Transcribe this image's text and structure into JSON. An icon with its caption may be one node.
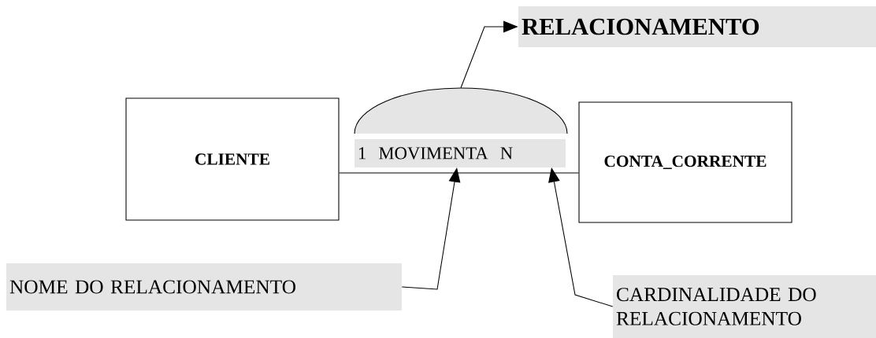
{
  "diagram": {
    "nodes": [
      {
        "text": [
          "CLIENTE"
        ]
      },
      {
        "text": [
          "CONTA_CORRENTE"
        ]
      },
      {
        "text": [],
        "shape": "ellipse"
      },
      {
        "text": [
          "1",
          "MOVIMENTA",
          "N"
        ]
      },
      {
        "text": [
          "RELACIONAMENTO"
        ]
      },
      {
        "text": [
          "NOME DO RELACIONAMENTO"
        ]
      },
      {
        "text": [
          "CARDINALIDADE DO RELACIONAMENTO"
        ]
      }
    ],
    "edges": [
      {
        "from": 0,
        "to": 1,
        "arrow": "none"
      },
      {
        "from": 2,
        "to": 4,
        "arrow": "to"
      },
      {
        "from": 5,
        "to": 3,
        "arrow": "to"
      },
      {
        "from": 6,
        "to": 3,
        "arrow": "to"
      }
    ]
  }
}
